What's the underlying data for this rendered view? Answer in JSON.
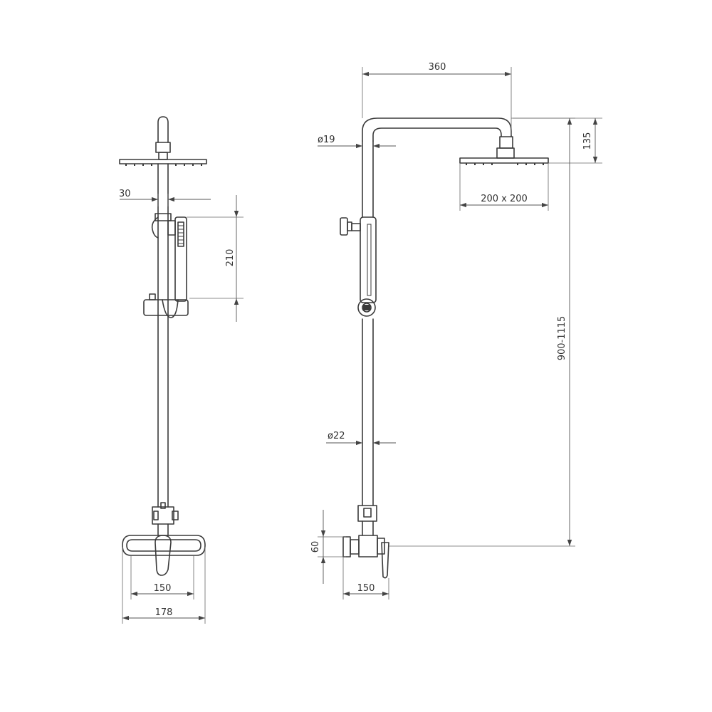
{
  "front_view": {
    "dims": {
      "arm_offset": "30",
      "hand_shower_length": "210",
      "mixer_width_inner": "150",
      "mixer_width_outer": "178"
    }
  },
  "side_view": {
    "dims": {
      "arm_reach": "360",
      "upper_pipe_dia": "ø19",
      "head_drop": "135",
      "head_size": "200 x 200",
      "height_range": "900-1115",
      "lower_pipe_dia": "ø22",
      "mixer_height": "60",
      "mixer_width": "150"
    }
  },
  "colors": {
    "line": "#3a3a3a",
    "dimension": "#555555",
    "background": "#ffffff"
  }
}
